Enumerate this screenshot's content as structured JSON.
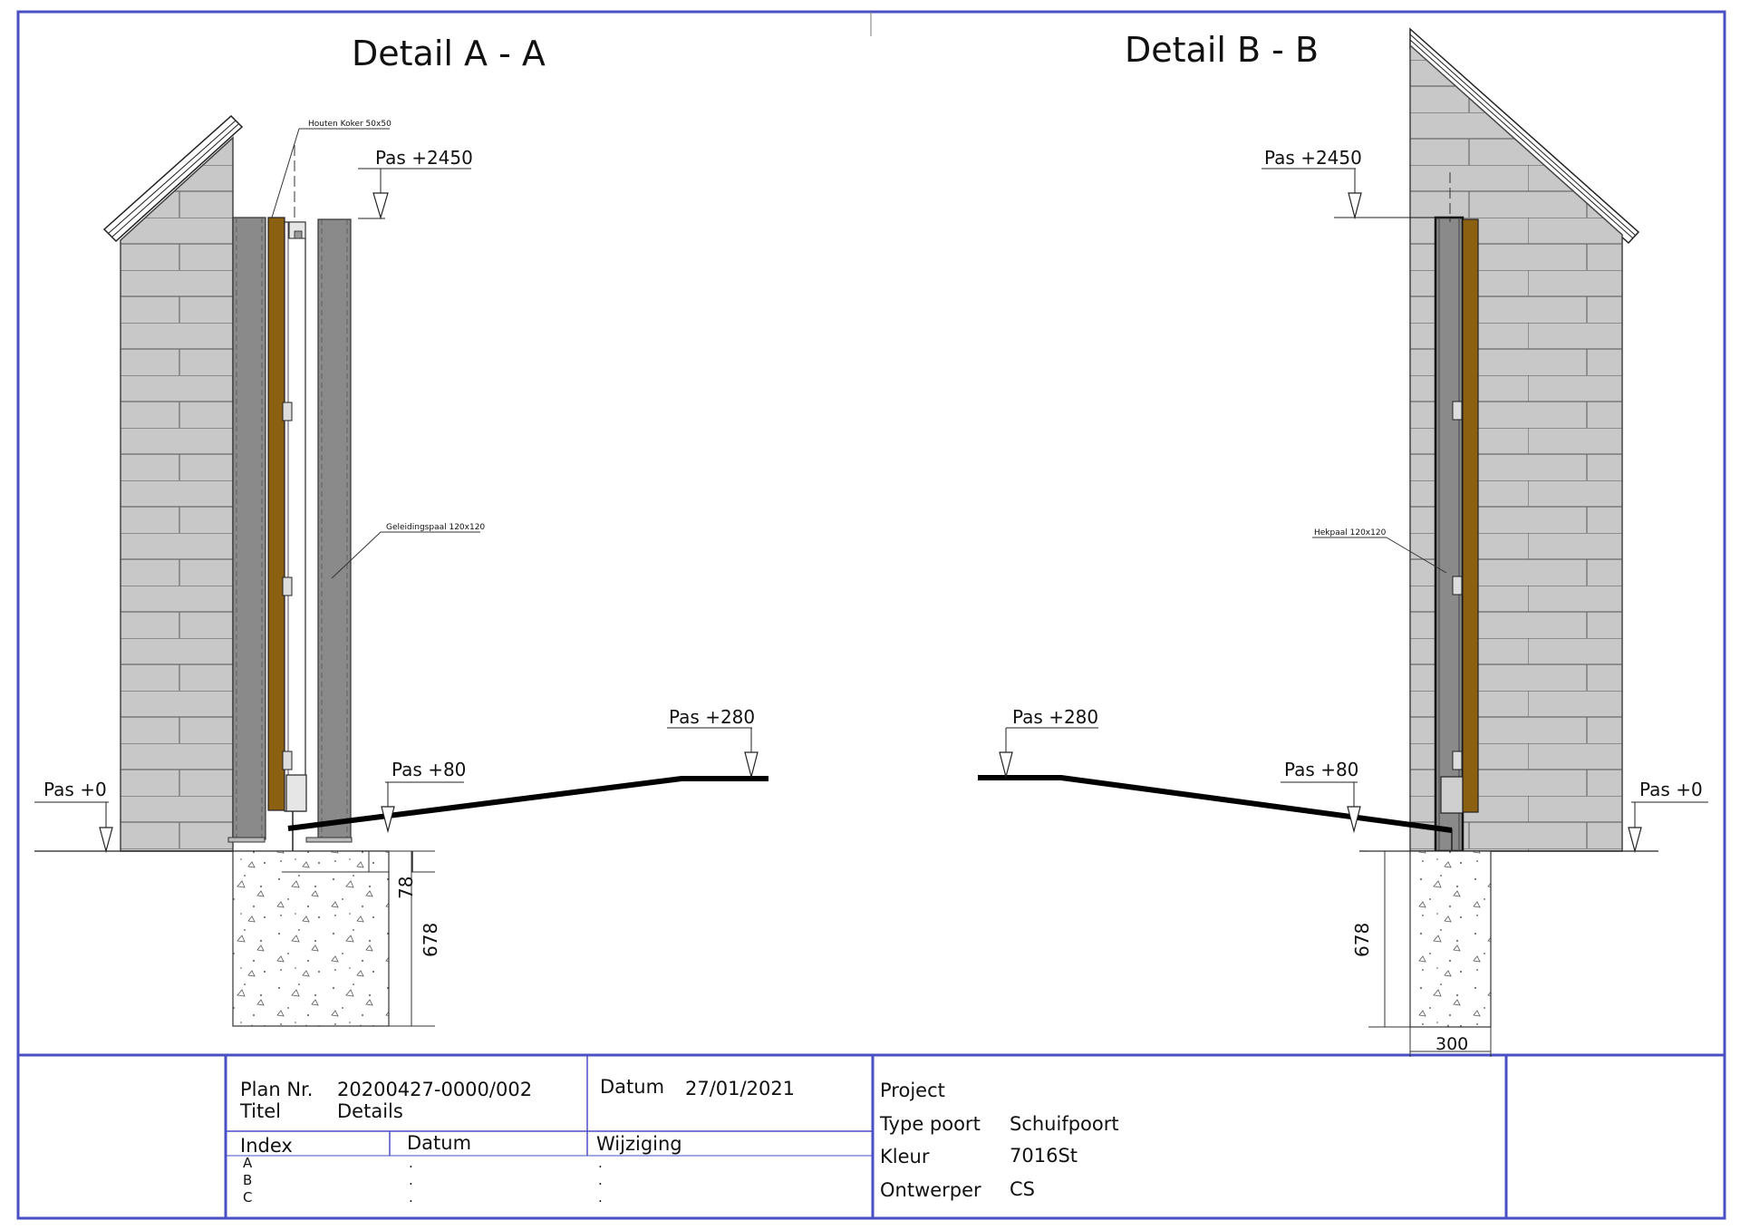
{
  "titles": {
    "a": "Detail A - A",
    "b": "Detail B - B"
  },
  "detail_a": {
    "note_top": "Houten Koker 50x50",
    "note_post": "Geleidingspaal 120x120",
    "levels": {
      "top": "Pas +2450",
      "zero": "Pas +0",
      "p80": "Pas +80",
      "p280": "Pas +280"
    },
    "dims": {
      "d78": "78",
      "d678": "678"
    }
  },
  "detail_b": {
    "note_post": "Hekpaal 120x120",
    "levels": {
      "top": "Pas +2450",
      "zero": "Pas +0",
      "p80": "Pas +80",
      "p280": "Pas +280"
    },
    "dims": {
      "d678": "678",
      "d300": "300"
    }
  },
  "titleblock": {
    "plan_label": "Plan Nr.",
    "plan_value": "20200427-0000/002",
    "titel_label": "Titel",
    "titel_value": "Details",
    "datum_label": "Datum",
    "datum_value": "27/01/2021",
    "index_header": "Index",
    "datum_header": "Datum",
    "wijziging_header": "Wijziging",
    "index_rows": [
      "A",
      "B",
      "C"
    ],
    "row_marks": [
      "."
    ],
    "project_label": "Project",
    "type_label": "Type poort",
    "type_value": "Schuifpoort",
    "kleur_label": "Kleur",
    "kleur_value": "7016St",
    "ontwerper_label": "Ontwerper",
    "ontwerper_value": "CS"
  },
  "colors": {
    "frame": "#4a4fc4",
    "brick": "#c8c8c8",
    "post": "#8a8a8a",
    "wood": "#8b6010",
    "ink": "#000000"
  }
}
